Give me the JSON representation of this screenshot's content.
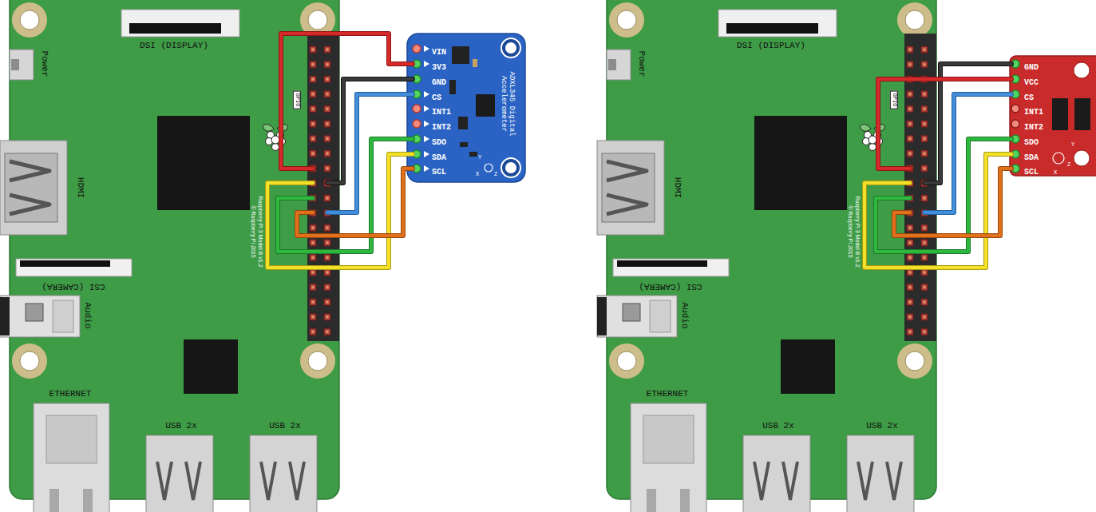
{
  "diagram": {
    "nodes": [
      {
        "text": [
          "Power",
          "DSI (DISPLAY)",
          "HDMI",
          "CSI (CAMERA)",
          "Audio",
          "ETHERNET",
          "USB 2x",
          "USB 2x",
          "Raspberry Pi 3 Model B v1.2",
          "© Raspberry Pi 2015"
        ]
      },
      {
        "text": [
          "GPIO"
        ],
        "in": 0
      },
      {
        "text": [
          "ADXL345 Digital Accelerometer",
          "Y",
          "X",
          "Z"
        ]
      },
      {
        "text": [
          "VIN"
        ],
        "in": 2
      },
      {
        "text": [
          "3V3"
        ],
        "in": 2
      },
      {
        "text": [
          "GND"
        ],
        "in": 2
      },
      {
        "text": [
          "CS"
        ],
        "in": 2
      },
      {
        "text": [
          "INT1"
        ],
        "in": 2
      },
      {
        "text": [
          "INT2"
        ],
        "in": 2
      },
      {
        "text": [
          "SDO"
        ],
        "in": 2
      },
      {
        "text": [
          "SDA"
        ],
        "in": 2
      },
      {
        "text": [
          "SCL"
        ],
        "in": 2
      },
      {
        "text": [
          "Power",
          "DSI (DISPLAY)",
          "HDMI",
          "CSI (CAMERA)",
          "Audio",
          "ETHERNET",
          "USB 2x",
          "USB 2x",
          "Raspberry Pi 3 Model B v1.2",
          "© Raspberry Pi 2015"
        ]
      },
      {
        "text": [
          "GPIO"
        ],
        "in": 12
      },
      {
        "text": [
          "Y",
          "Z",
          "X"
        ]
      },
      {
        "text": [
          "GND"
        ],
        "in": 14
      },
      {
        "text": [
          "VCC"
        ],
        "in": 14
      },
      {
        "text": [
          "CS"
        ],
        "in": 14
      },
      {
        "text": [
          "INT1"
        ],
        "in": 14
      },
      {
        "text": [
          "INT2"
        ],
        "in": 14
      },
      {
        "text": [
          "SDO"
        ],
        "in": 14
      },
      {
        "text": [
          "SDA"
        ],
        "in": 14
      },
      {
        "text": [
          "SCL"
        ],
        "in": 14
      }
    ],
    "edges": [
      {
        "from": 1,
        "to": 4,
        "arrow": "none"
      },
      {
        "from": 1,
        "to": 5,
        "arrow": "none"
      },
      {
        "from": 1,
        "to": 6,
        "arrow": "none"
      },
      {
        "from": 1,
        "to": 9,
        "arrow": "none"
      },
      {
        "from": 1,
        "to": 10,
        "arrow": "none"
      },
      {
        "from": 1,
        "to": 11,
        "arrow": "none"
      },
      {
        "from": 13,
        "to": 15,
        "arrow": "none"
      },
      {
        "from": 13,
        "to": 16,
        "arrow": "none"
      },
      {
        "from": 13,
        "to": 17,
        "arrow": "none"
      },
      {
        "from": 13,
        "to": 20,
        "arrow": "none"
      },
      {
        "from": 13,
        "to": 21,
        "arrow": "none"
      },
      {
        "from": 13,
        "to": 22,
        "arrow": "none"
      }
    ]
  }
}
